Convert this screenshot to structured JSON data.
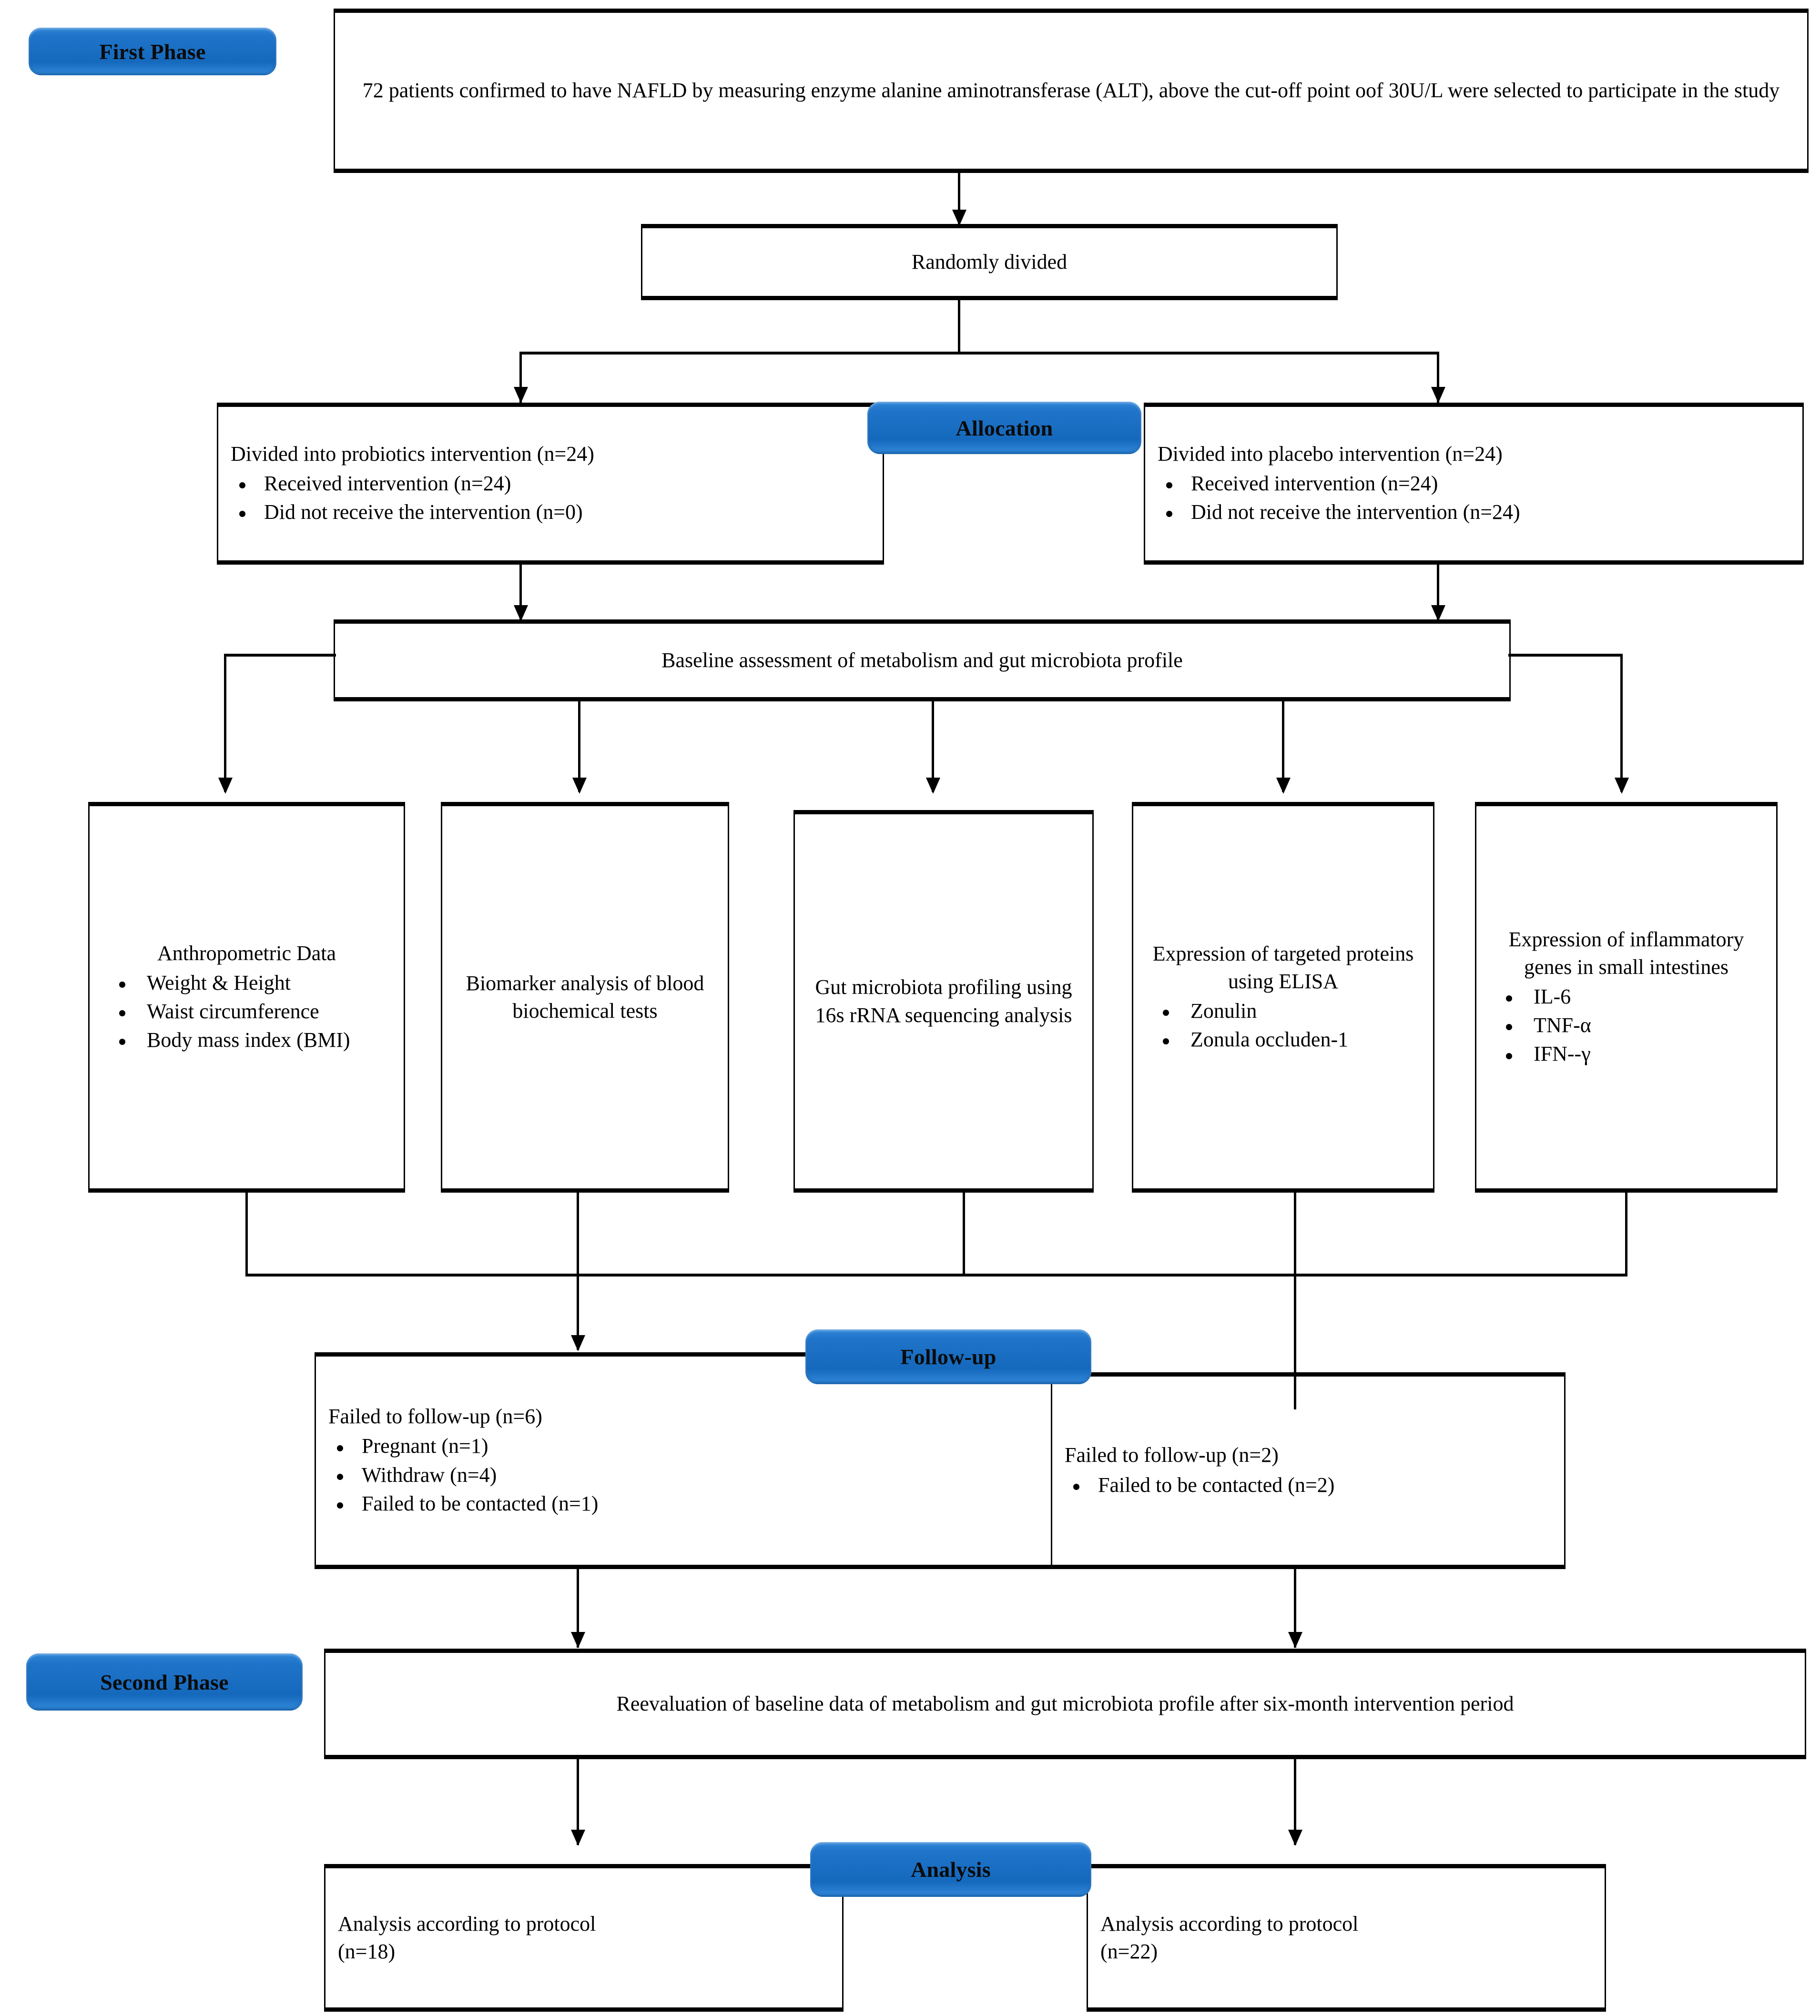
{
  "diagram": {
    "title": "NAFLD probiotics trial CONSORT-style flow diagram",
    "accent_color": "#1f74c9",
    "line_color": "#000000"
  },
  "phase_badges": {
    "first_phase": "First Phase",
    "allocation": "Allocation",
    "follow_up": "Follow-up",
    "second_phase": "Second Phase",
    "analysis": "Analysis"
  },
  "nodes": {
    "enrollment": {
      "text": "72 patients confirmed to have NAFLD by measuring enzyme alanine aminotransferase (ALT), above the cut-off point oof 30U/L were selected to participate in the study"
    },
    "randomized": {
      "text": "Randomly divided"
    },
    "probiotics": {
      "heading": "Divided into probiotics intervention (n=24)",
      "bullets": [
        "Received intervention (n=24)",
        "Did not receive the intervention (n=0)"
      ]
    },
    "placebo": {
      "heading": "Divided into placebo intervention (n=24)",
      "bullets": [
        "Received intervention (n=24)",
        "Did not receive the intervention (n=24)"
      ]
    },
    "baseline": {
      "text": "Baseline assessment of metabolism and gut microbiota profile"
    },
    "assessments": [
      {
        "heading": "Anthropometric Data",
        "bullets": [
          "Weight & Height",
          "Waist circumference",
          "Body mass index (BMI)"
        ]
      },
      {
        "heading": "Biomarker analysis of blood biochemical tests",
        "bullets": []
      },
      {
        "heading": "Gut microbiota profiling using 16s rRNA sequencing analysis",
        "bullets": []
      },
      {
        "heading": "Expression of targeted proteins using ELISA",
        "bullets": [
          "Zonulin",
          "Zonula occluden-1"
        ]
      },
      {
        "heading": "Expression of inflammatory genes in small intestines",
        "bullets": [
          "IL-6",
          "TNF-α",
          "IFN--γ"
        ]
      }
    ],
    "followup_left": {
      "heading": "Failed to follow-up (n=6)",
      "bullets": [
        "Pregnant (n=1)",
        "Withdraw (n=4)",
        "Failed to be contacted (n=1)"
      ]
    },
    "followup_right": {
      "heading": "Failed to follow-up (n=2)",
      "bullets": [
        "Failed to be contacted (n=2)"
      ]
    },
    "reevaluation": {
      "text": "Reevaluation of baseline data of metabolism and gut microbiota profile after six-month intervention period"
    },
    "analysis_left": {
      "line1": "Analysis according to protocol",
      "line2": "(n=18)"
    },
    "analysis_right": {
      "line1": "Analysis according to protocol",
      "line2": "(n=22)"
    }
  }
}
